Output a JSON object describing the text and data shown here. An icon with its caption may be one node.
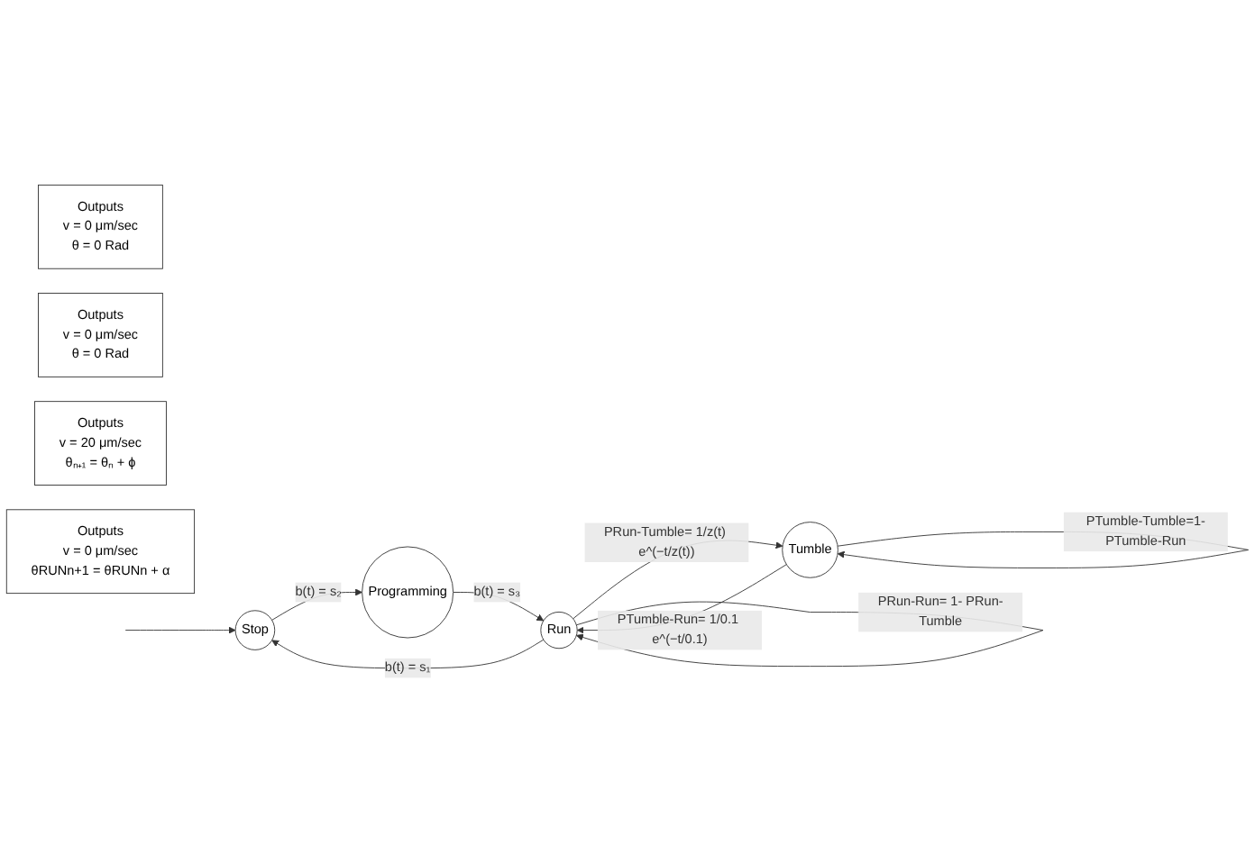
{
  "diagram": {
    "nodes": [
      {
        "text": [
          "Stop"
        ]
      },
      {
        "text": [
          "Programming"
        ]
      },
      {
        "text": [
          "Run"
        ]
      },
      {
        "text": [
          "Tumble"
        ]
      },
      {
        "text": [
          "Outputs",
          "v = 0 μm/sec",
          "θ = 0 Rad"
        ]
      },
      {
        "text": [
          "Outputs",
          "v = 0 μm/sec",
          "θ = 0 Rad"
        ]
      },
      {
        "text": [
          "Outputs",
          "v = 20 μm/sec",
          "θₙ₊₁ = θₙ + ϕ"
        ]
      },
      {
        "text": [
          "Outputs",
          "v = 0 μm/sec",
          "θRUNn+1 = θRUNn + α"
        ]
      }
    ],
    "edges": [
      {
        "from": null,
        "to": 0,
        "arrow": "to"
      },
      {
        "from": 0,
        "to": 1,
        "arrow": "to",
        "label": "b(t) = s₂"
      },
      {
        "from": 1,
        "to": 2,
        "arrow": "to",
        "label": "b(t) = s₃"
      },
      {
        "from": 2,
        "to": 0,
        "arrow": "to",
        "label": "b(t) = s₁"
      },
      {
        "from": 2,
        "to": 3,
        "arrow": "to",
        "label": "PRun-Tumble= 1/z(t) e^(−t/z(t))"
      },
      {
        "from": 3,
        "to": 2,
        "arrow": "to",
        "label": "PTumble-Run= 1/0.1 e^(−t/0.1)"
      },
      {
        "from": 3,
        "to": 3,
        "arrow": "to",
        "label": "PTumble-Tumble=1-PTumble-Run"
      },
      {
        "from": 2,
        "to": 2,
        "arrow": "to",
        "label": "PRun-Run= 1- PRun-Tumble"
      }
    ]
  }
}
